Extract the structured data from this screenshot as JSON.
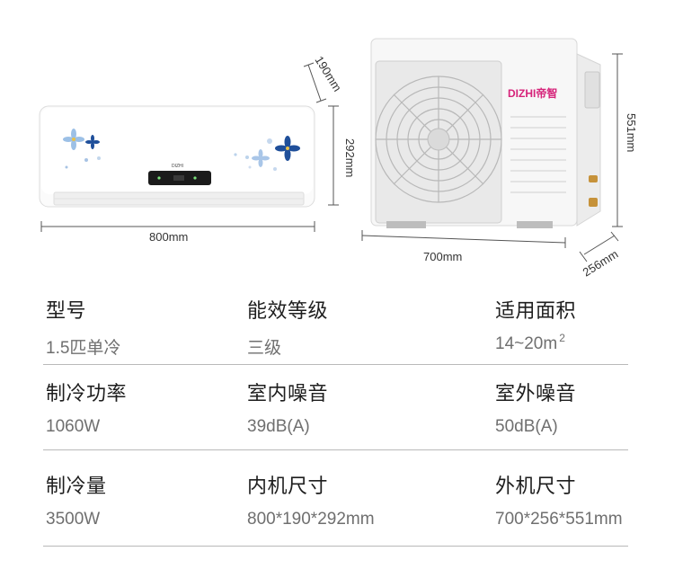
{
  "brand": {
    "outdoor_logo": "DIZHI帝智",
    "indoor_logo": "DIZHI"
  },
  "dimensions": {
    "indoor_width": "800mm",
    "indoor_depth": "190mm",
    "indoor_height": "292mm",
    "outdoor_width": "700mm",
    "outdoor_depth": "256mm",
    "outdoor_height": "551mm"
  },
  "specs": [
    {
      "label": "型号",
      "value": "1.5匹单冷"
    },
    {
      "label": "能效等级",
      "value": "三级"
    },
    {
      "label": "适用面积",
      "value": "14~20m",
      "sup": "2"
    },
    {
      "label": "制冷功率",
      "value": "1060W"
    },
    {
      "label": "室内噪音",
      "value": "39dB(A)"
    },
    {
      "label": "室外噪音",
      "value": "50dB(A)"
    },
    {
      "label": "制冷量",
      "value": "3500W"
    },
    {
      "label": "内机尺寸",
      "value": "800*190*292mm"
    },
    {
      "label": "外机尺寸",
      "value": "700*256*551mm"
    }
  ]
}
